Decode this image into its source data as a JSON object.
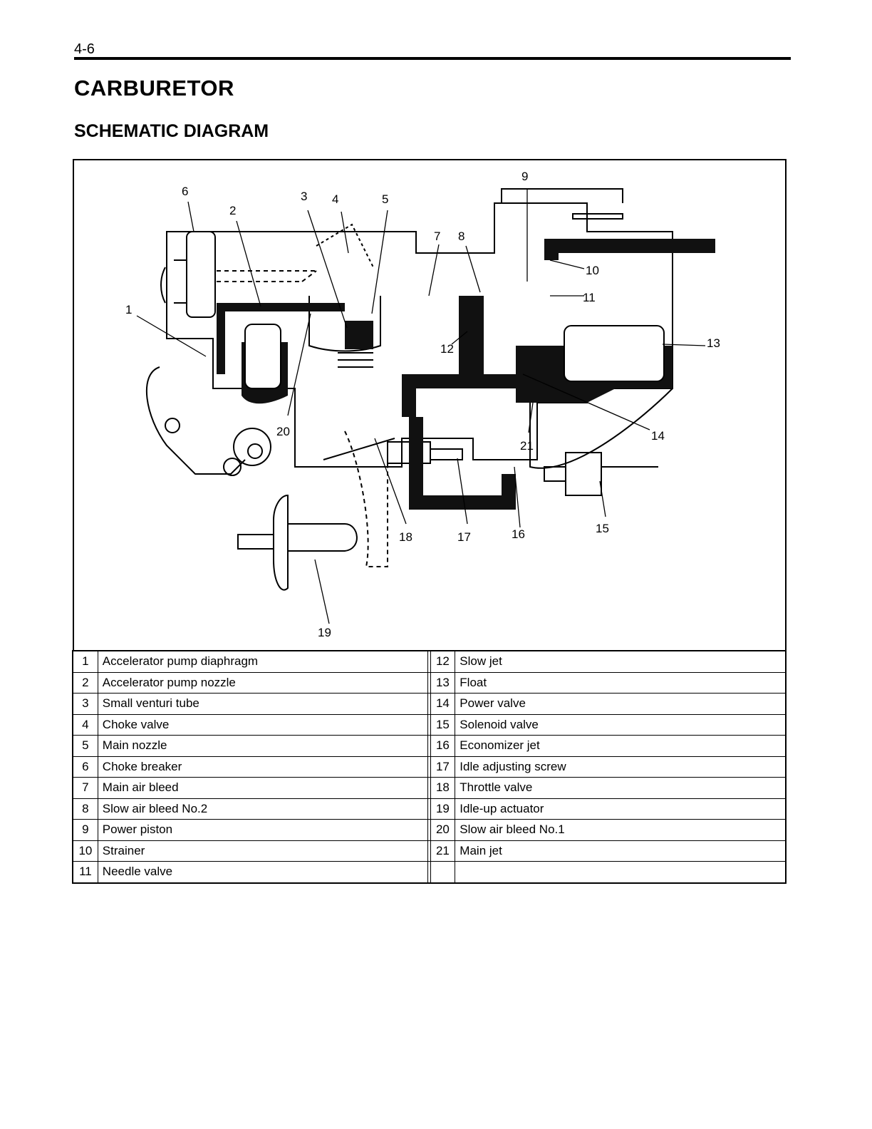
{
  "header": {
    "page_number": "4-6",
    "title": "CARBURETOR",
    "subtitle": "SCHEMATIC DIAGRAM"
  },
  "diagram": {
    "callouts": [
      "1",
      "2",
      "3",
      "4",
      "5",
      "6",
      "7",
      "8",
      "9",
      "10",
      "11",
      "12",
      "13",
      "14",
      "15",
      "16",
      "17",
      "18",
      "19",
      "20",
      "21"
    ]
  },
  "legend": {
    "left": [
      {
        "num": "1",
        "label": "Accelerator pump diaphragm"
      },
      {
        "num": "2",
        "label": "Accelerator pump nozzle"
      },
      {
        "num": "3",
        "label": "Small venturi tube"
      },
      {
        "num": "4",
        "label": "Choke valve"
      },
      {
        "num": "5",
        "label": "Main nozzle"
      },
      {
        "num": "6",
        "label": "Choke breaker"
      },
      {
        "num": "7",
        "label": "Main air bleed"
      },
      {
        "num": "8",
        "label": "Slow air bleed No.2"
      },
      {
        "num": "9",
        "label": "Power piston"
      },
      {
        "num": "10",
        "label": "Strainer"
      },
      {
        "num": "11",
        "label": "Needle valve"
      }
    ],
    "right": [
      {
        "num": "12",
        "label": "Slow jet"
      },
      {
        "num": "13",
        "label": "Float"
      },
      {
        "num": "14",
        "label": "Power valve"
      },
      {
        "num": "15",
        "label": "Solenoid valve"
      },
      {
        "num": "16",
        "label": "Economizer jet"
      },
      {
        "num": "17",
        "label": "Idle adjusting screw"
      },
      {
        "num": "18",
        "label": "Throttle valve"
      },
      {
        "num": "19",
        "label": "Idle-up actuator"
      },
      {
        "num": "20",
        "label": "Slow air bleed No.1"
      },
      {
        "num": "21",
        "label": "Main jet"
      },
      {
        "num": "",
        "label": ""
      }
    ]
  }
}
